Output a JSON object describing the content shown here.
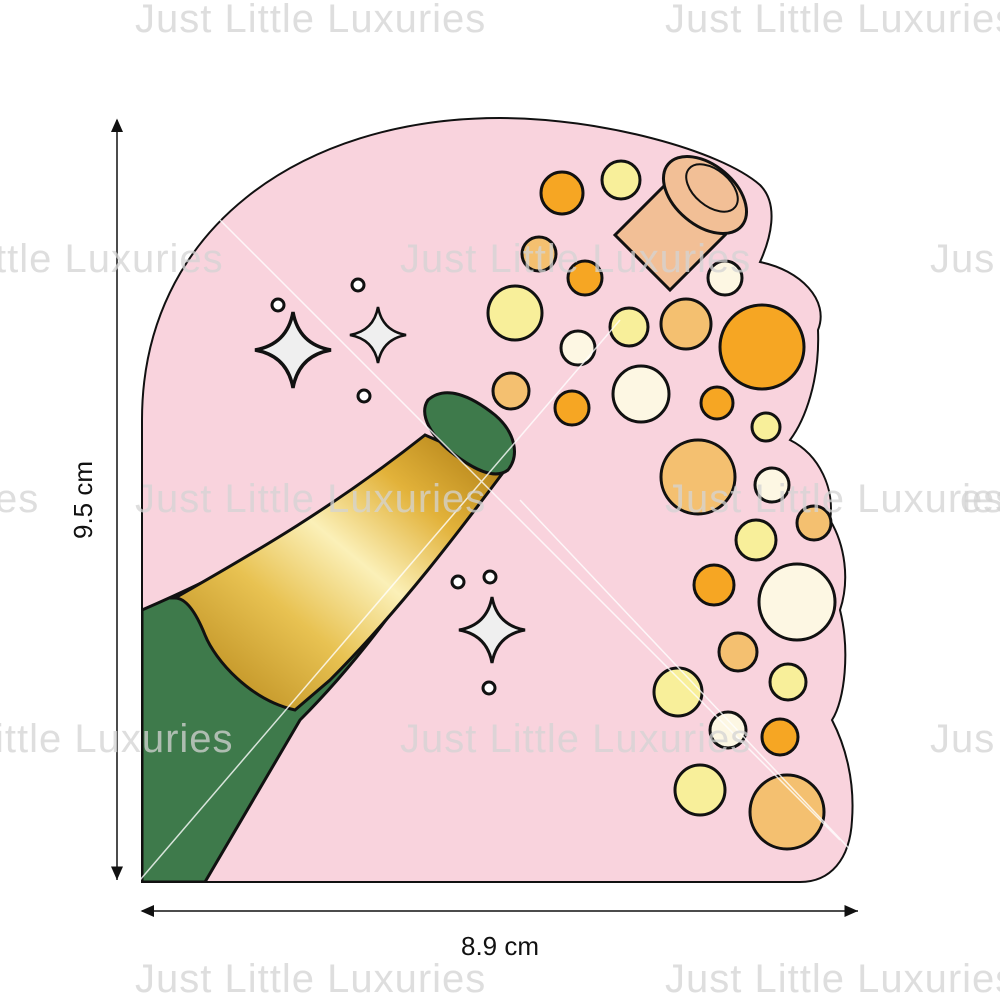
{
  "watermark": {
    "text": "Just Little Luxuries",
    "rows": [
      [
        "Just Little Luxuries",
        "Just Little Luxuries"
      ],
      [
        "ttle Luxuries",
        "Just Little Luxuries",
        "Jus"
      ],
      [
        "es",
        "Just Little Luxuries",
        "Just Little Luxuries",
        "es"
      ],
      [
        "ittle Luxuries",
        "Just Little Luxuries",
        "Jus"
      ],
      [
        "Just Little Luxuries",
        "Just Little Luxuries"
      ]
    ]
  },
  "dimensions": {
    "height_label": "9.5 cm",
    "width_label": "8.9 cm"
  },
  "colors": {
    "card_pink": "#f9d3dd",
    "bottle_green": "#3e7a4b",
    "foil_gold": "#d9a520",
    "cork": "#f2bf96",
    "bubble_orange": "#f6a623",
    "bubble_light_orange": "#f4c070",
    "bubble_yellow": "#f8ef9a",
    "bubble_cream": "#fdf7e3",
    "sparkle": "#efefef",
    "outline": "#111111"
  },
  "icons": [
    "champagne-bottle-icon",
    "cork-icon",
    "sparkle-icon",
    "bubble-icon",
    "double-arrow-icon"
  ]
}
